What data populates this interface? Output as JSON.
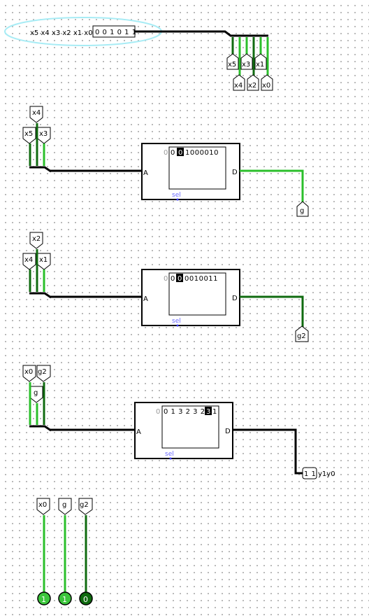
{
  "colors": {
    "wire_high": "#2bbf2b",
    "wire_low": "#106b10",
    "bus": "#000000",
    "select_ellipse": "#a8ecf5",
    "led_on": "#3cc63c",
    "led_off": "#0f6b0f"
  },
  "input_pin": {
    "label": "x5 x4 x3 x2 x1 x0",
    "bits": "0 0 1 0 1 1"
  },
  "splitter_tunnels": {
    "top_row": [
      "x5",
      "x3",
      "x1"
    ],
    "bottom_row": [
      "x4",
      "x2",
      "x0"
    ]
  },
  "rom1": {
    "inputs_top": "x4",
    "inputs_bottom": [
      "x5",
      "x3"
    ],
    "addr_prefix": "0",
    "selected": "0",
    "rest": "1000010",
    "port_a": "A",
    "port_d": "D",
    "sel": "sel",
    "output": "g"
  },
  "rom2": {
    "inputs_top": "x2",
    "inputs_bottom": [
      "x4",
      "x1"
    ],
    "addr_prefix": "0",
    "selected": "0",
    "rest": "0010011",
    "port_a": "A",
    "port_d": "D",
    "sel": "sel",
    "output": "g2"
  },
  "rom3": {
    "inputs_top": [
      "x0",
      "g2"
    ],
    "inputs_bottom": "g",
    "addr_prefix": "0",
    "before": "0 1 3 2 3 2",
    "selected": "3",
    "after": "1",
    "port_a": "A",
    "port_d": "D",
    "sel": "sel",
    "output_value": "1 1",
    "output_label": "y1y0"
  },
  "leds": [
    {
      "label": "x0",
      "state": "1"
    },
    {
      "label": "g",
      "state": "1"
    },
    {
      "label": "g2",
      "state": "0"
    }
  ]
}
